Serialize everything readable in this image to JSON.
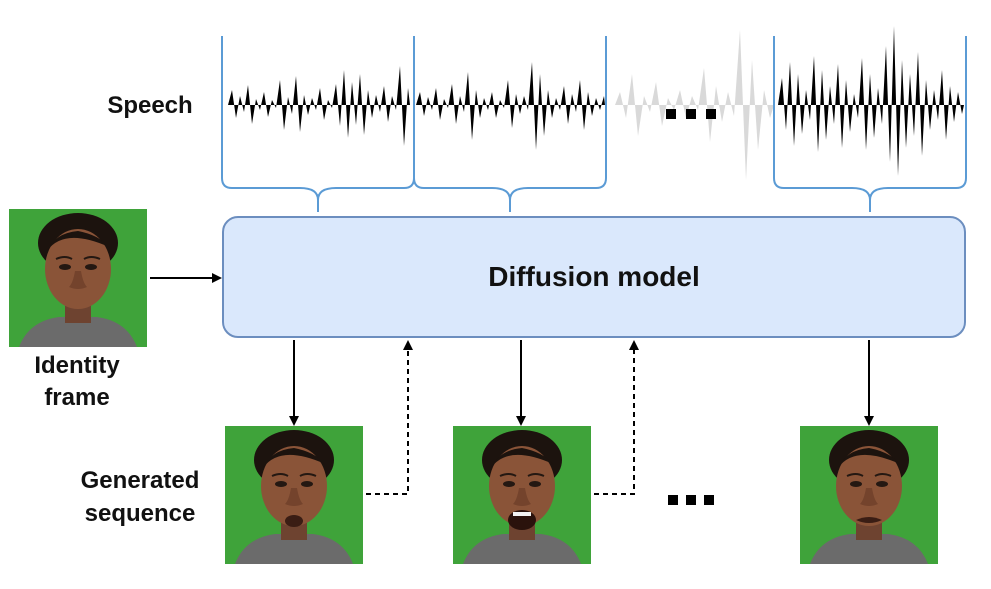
{
  "labels": {
    "speech": "Speech",
    "identity_line1": "Identity",
    "identity_line2": "frame",
    "generated_line1": "Generated",
    "generated_line2": "sequence"
  },
  "model": {
    "title": "Diffusion model"
  },
  "colors": {
    "bracket": "#5b9bd5",
    "box_fill": "#dae8fc",
    "box_stroke": "#6c8ebf",
    "face_bg": "#3fa33a",
    "waveform": "#000000",
    "waveform_faded": "#d9d9d9"
  },
  "ellipsis": "..."
}
